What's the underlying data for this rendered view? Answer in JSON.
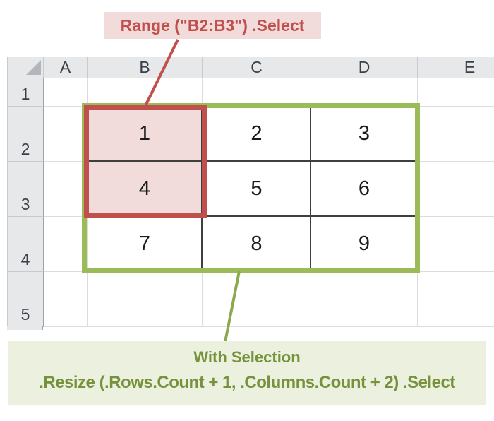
{
  "callouts": {
    "top": "Range (\"B2:B3\") .Select",
    "bottom_line1": "With Selection",
    "bottom_line2": ".Resize (.Rows.Count + 1, .Columns.Count + 2) .Select"
  },
  "sheet": {
    "column_headers": [
      "A",
      "B",
      "C",
      "D",
      "E"
    ],
    "row_headers": [
      "1",
      "2",
      "3",
      "4",
      "5"
    ],
    "cells": {
      "B2": "1",
      "C2": "2",
      "D2": "3",
      "B3": "4",
      "C3": "5",
      "D3": "6",
      "B4": "7",
      "C4": "8",
      "D4": "9"
    }
  },
  "highlights": {
    "selected_range_border": "#C0504D",
    "selected_range_fill": "#F2DCDB",
    "resized_range_border": "#9BBB59",
    "green_callout_fill": "#EBF1DE",
    "green_callout_text": "#76923C"
  }
}
